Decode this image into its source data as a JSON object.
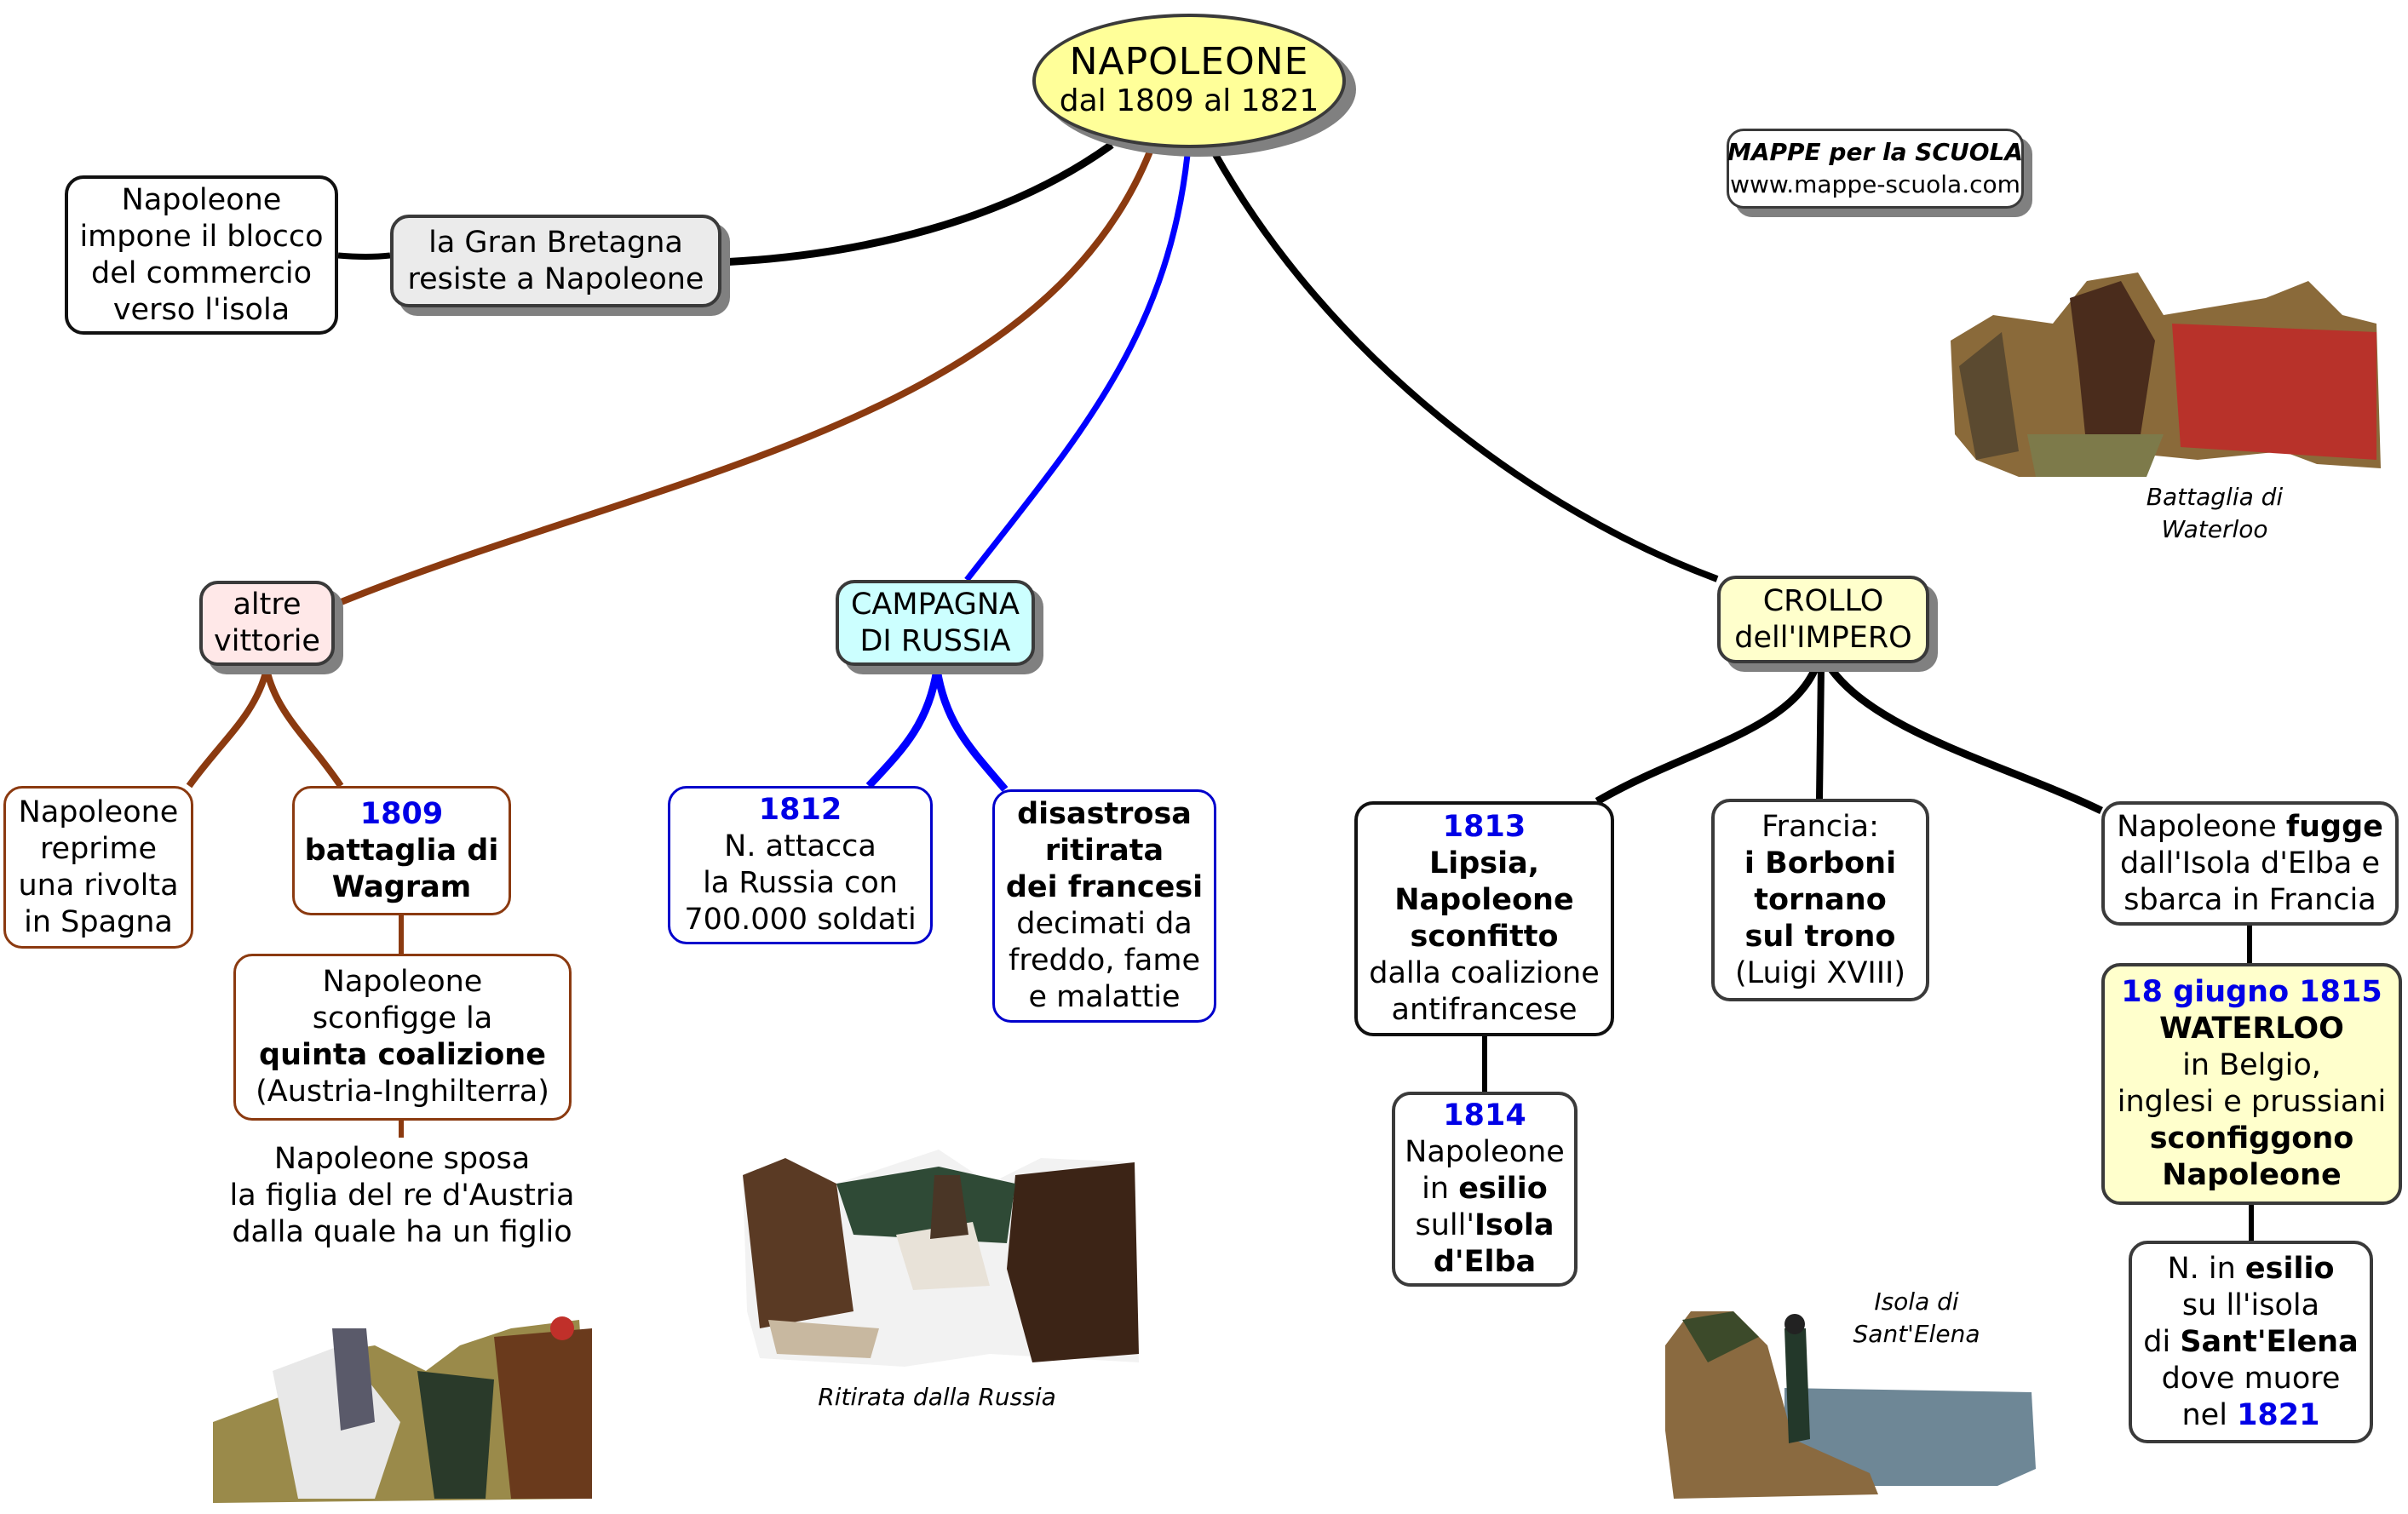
{
  "title": {
    "line1": "NAPOLEONE",
    "line2": "dal 1809 al 1821"
  },
  "colors": {
    "center_fill": "#ffff99",
    "brown_branch": "#8b3a10",
    "blue_branch": "#0000ff",
    "black_branch": "#000000",
    "date_text": "#0000e6",
    "pink_fill": "#ffe8e8",
    "cyan_fill": "#ccffff",
    "yellow_fill": "#ffffcc",
    "grey_fill": "#ebebeb"
  },
  "brand": {
    "name": "MAPPE per la SCUOLA",
    "url": "www.mappe-scuola.com"
  },
  "gb_branch": {
    "main": [
      "la Gran Bretagna",
      "resiste a Napoleone"
    ],
    "detail": [
      "Napoleone",
      "impone il blocco",
      "del commercio",
      "verso l'isola"
    ]
  },
  "victories_branch": {
    "main": [
      "altre",
      "vittorie"
    ],
    "spain": [
      "Napoleone",
      "reprime",
      "una rivolta",
      "in Spagna"
    ],
    "wagram": {
      "year": "1809",
      "lines": [
        "battaglia di",
        "Wagram"
      ]
    },
    "coalition": {
      "line1": "Napoleone",
      "line2": "sconfigge la",
      "bold": "quinta coalizione",
      "line4": "(Austria-Inghilterra)"
    },
    "marriage": [
      "Napoleone sposa",
      "la figlia del re d'Austria",
      "dalla quale ha un figlio"
    ]
  },
  "russia_branch": {
    "main": [
      "CAMPAGNA",
      "DI RUSSIA"
    ],
    "attack": {
      "year": "1812",
      "lines": [
        "N. attacca",
        "la Russia con",
        "700.000 soldati"
      ]
    },
    "retreat": {
      "bold": [
        "disastrosa",
        "ritirata",
        "dei francesi"
      ],
      "lines": [
        "decimati da",
        "freddo, fame",
        "e malattie"
      ]
    },
    "image_caption": "Ritirata dalla Russia"
  },
  "fall_branch": {
    "main": [
      "CROLLO",
      "dell'IMPERO"
    ],
    "leipzig": {
      "year": "1813",
      "bold": [
        "Lipsia,",
        "Napoleone",
        "sconfitto"
      ],
      "lines": [
        "dalla coalizione",
        "antifrancese"
      ]
    },
    "elba": {
      "year": "1814",
      "l1": "Napoleone",
      "l2a": "in ",
      "l2b": "esilio",
      "l3a": "sull'",
      "l3b": "Isola",
      "l4": "d'Elba"
    },
    "bourbons": {
      "l1": "Francia:",
      "bold": [
        "i Borboni",
        "tornano",
        "sul trono"
      ],
      "l5": "(Luigi XVIII)"
    },
    "escape": {
      "l1a": "Napoleone ",
      "l1b": "fugge",
      "l2": "dall'Isola d'Elba e",
      "l3": "sbarca in Francia"
    },
    "waterloo": {
      "date": "18 giugno 1815",
      "name": "WATERLOO",
      "l3": "in Belgio,",
      "l4": "inglesi e prussiani",
      "bold": [
        "sconfiggono",
        "Napoleone"
      ]
    },
    "st_helena": {
      "l1a": "N. in ",
      "l1b": "esilio",
      "l2": "su ll'isola",
      "l3a": "di ",
      "l3b": "Sant'Elena",
      "l4": "dove muore",
      "l5a": "nel ",
      "l5b": "1821"
    }
  },
  "images": {
    "waterloo_caption": [
      "Battaglia di",
      "Waterloo"
    ],
    "st_helena_caption": [
      "Isola di",
      "Sant'Elena"
    ],
    "russia_caption": "Ritirata dalla Russia"
  }
}
